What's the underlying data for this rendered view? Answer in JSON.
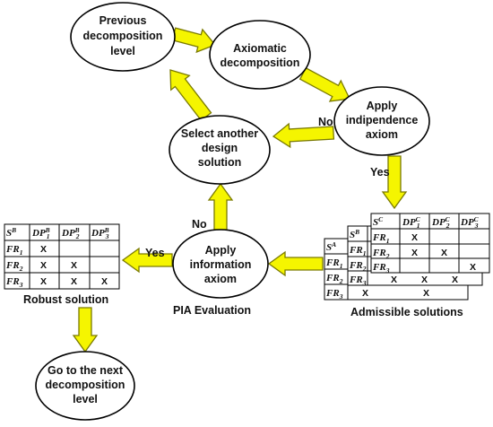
{
  "nodes": {
    "prev": [
      "Previous",
      "decomposition",
      "level"
    ],
    "axiomatic": [
      "Axiomatic",
      "decomposition"
    ],
    "apply_ind": [
      "Apply",
      "indipendence",
      "axiom"
    ],
    "select": [
      "Select another",
      "design",
      "solution"
    ],
    "apply_info": [
      "Apply",
      "information",
      "axiom"
    ],
    "next": [
      "Go to the next",
      "decomposition",
      "level"
    ]
  },
  "edge_labels": {
    "no_top": "No",
    "no_left": "No",
    "yes_right": "Yes",
    "yes_left": "Yes"
  },
  "captions": {
    "robust": "Robust solution",
    "pia": "PIA Evaluation",
    "admissible": "Admissible solutions"
  },
  "colors": {
    "arrow_fill": "#f5f500",
    "arrow_stroke": "#7a7a00",
    "line": "#000000"
  }
}
